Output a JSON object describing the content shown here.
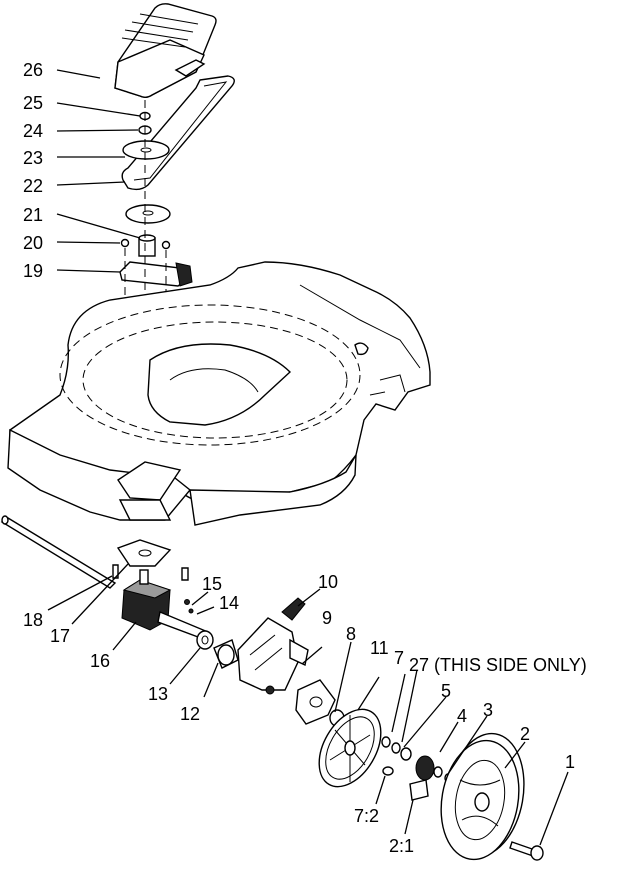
{
  "callouts": [
    {
      "id": "26",
      "text": "26"
    },
    {
      "id": "25",
      "text": "25"
    },
    {
      "id": "24",
      "text": "24"
    },
    {
      "id": "23",
      "text": "23"
    },
    {
      "id": "22",
      "text": "22"
    },
    {
      "id": "21",
      "text": "21"
    },
    {
      "id": "20",
      "text": "20"
    },
    {
      "id": "19",
      "text": "19"
    },
    {
      "id": "18",
      "text": "18"
    },
    {
      "id": "17",
      "text": "17"
    },
    {
      "id": "16",
      "text": "16"
    },
    {
      "id": "15",
      "text": "15"
    },
    {
      "id": "14",
      "text": "14"
    },
    {
      "id": "13",
      "text": "13"
    },
    {
      "id": "12",
      "text": "12"
    },
    {
      "id": "11",
      "text": "11"
    },
    {
      "id": "10",
      "text": "10"
    },
    {
      "id": "9",
      "text": "9"
    },
    {
      "id": "8",
      "text": "8"
    },
    {
      "id": "7",
      "text": "7"
    },
    {
      "id": "27",
      "text": "27 (THIS SIDE ONLY)"
    },
    {
      "id": "5",
      "text": "5"
    },
    {
      "id": "4",
      "text": "4"
    },
    {
      "id": "3",
      "text": "3"
    },
    {
      "id": "2",
      "text": "2"
    },
    {
      "id": "1",
      "text": "1"
    },
    {
      "id": "7_2",
      "text": "7:2"
    },
    {
      "id": "2_1",
      "text": "2:1"
    }
  ]
}
